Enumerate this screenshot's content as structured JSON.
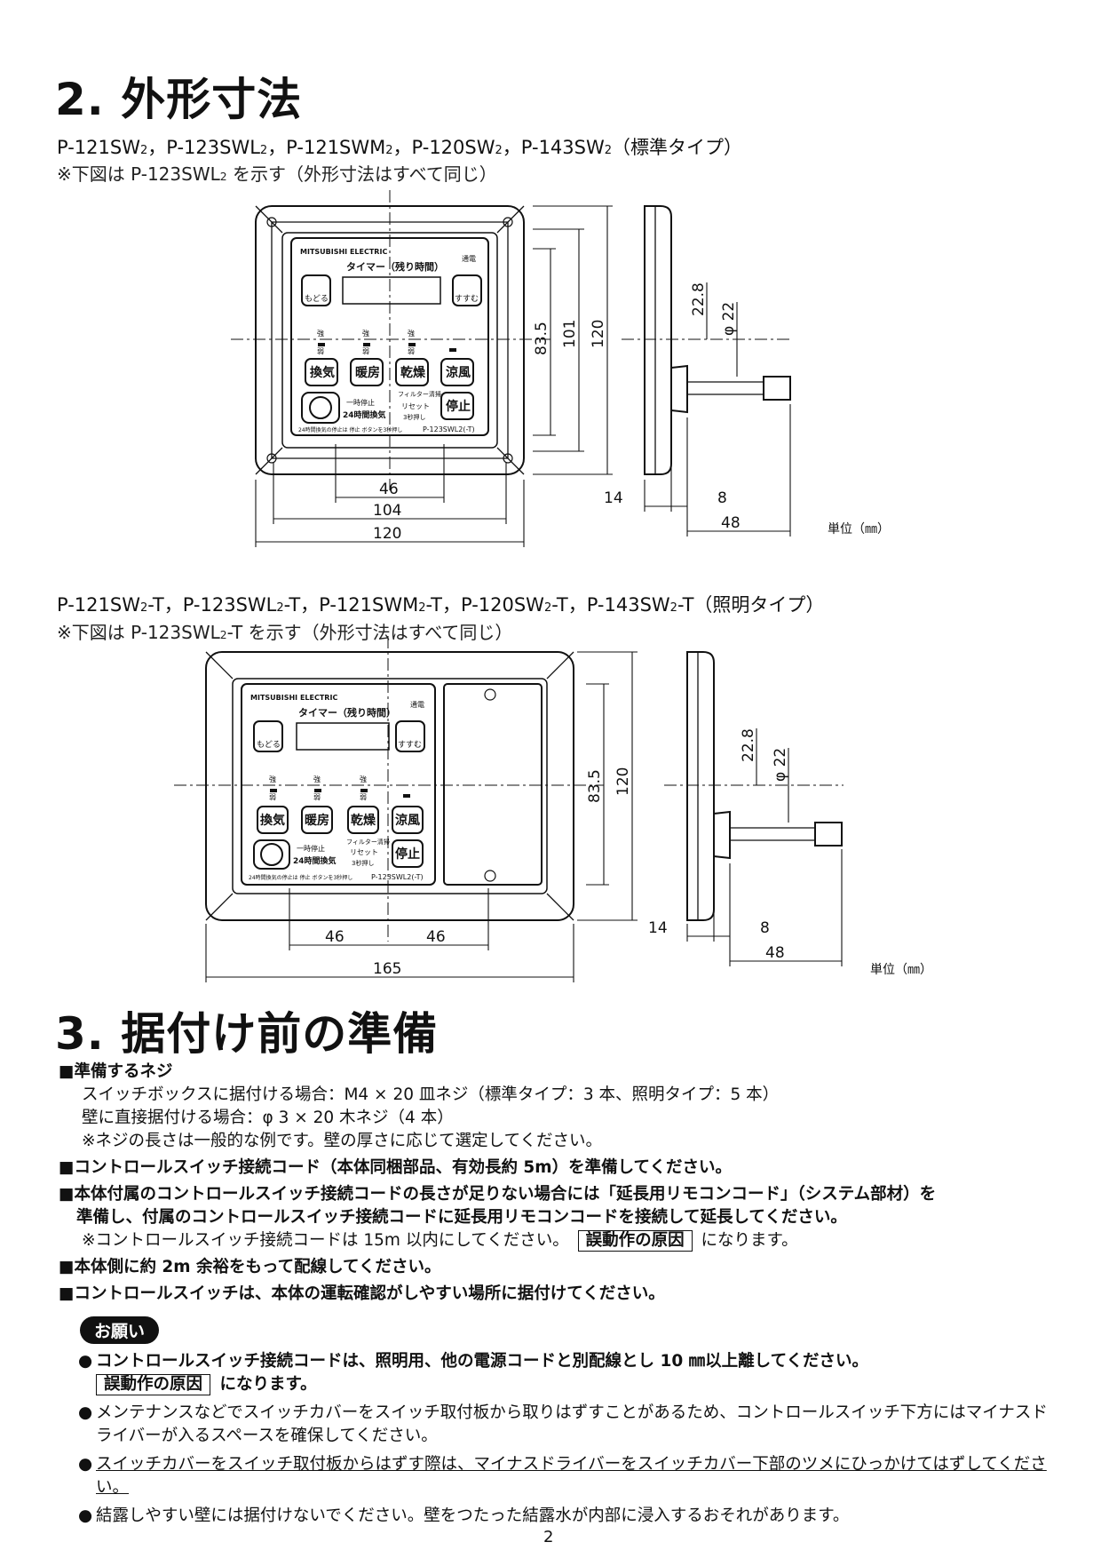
{
  "section2": {
    "title": "2. 外形寸法",
    "fig1": {
      "models_html": "P-121SW<span class=\"sub\">2</span>，P-123SWL<span class=\"sub\">2</span>，P-121SWM<span class=\"sub\">2</span>，P-120SW<span class=\"sub\">2</span>，P-143SW<span class=\"sub\">2</span>（標準タイプ）",
      "note_html": "※下図は P-123SWL<span class=\"sub\">2</span> を示す（外形寸法はすべて同じ）",
      "brand": "MITSUBISHI ELECTRIC",
      "timer_label": "タイマー（残り時間）",
      "power_label": "通電",
      "back_label": "もどる",
      "forward_label": "すすむ",
      "strong": "強",
      "weak": "弱",
      "buttons": [
        "換気",
        "暖房",
        "乾燥",
        "涼風"
      ],
      "ichiji_label": "一時停止",
      "h24_label": "24時間換気",
      "filter_label": "フィルター清掃",
      "reset_label": "リセット",
      "reset_sub": "3秒押し",
      "stop_label": "停止",
      "footer_label": "24時間換気の停止は 停止 ボタンを3秒押し",
      "model_label": "P-123SWL2(-T)",
      "dims": {
        "w46": "46",
        "w104": "104",
        "w120": "120",
        "h835": "83.5",
        "h101": "101",
        "h120": "120",
        "s228": "22.8",
        "sphi": "φ 22",
        "s14": "14",
        "s8": "8",
        "s48": "48"
      },
      "unit": "単位（㎜）"
    },
    "fig2": {
      "models_html": "P-121SW<span class=\"sub\">2</span>-T，P-123SWL<span class=\"sub\">2</span>-T，P-121SWM<span class=\"sub\">2</span>-T，P-120SW<span class=\"sub\">2</span>-T，P-143SW<span class=\"sub\">2</span>-T（照明タイプ）",
      "note_html": "※下図は P-123SWL<span class=\"sub\">2</span>-T を示す（外形寸法はすべて同じ）",
      "dims": {
        "w46a": "46",
        "w46b": "46",
        "w165": "165",
        "h835": "83.5",
        "h120": "120",
        "s228": "22.8",
        "sphi": "φ 22",
        "s14": "14",
        "s8": "8",
        "s48": "48"
      },
      "unit": "単位（㎜）"
    }
  },
  "section3": {
    "title": "3. 据付け前の準備",
    "screws_head": "■準備するネジ",
    "screws_1": "スイッチボックスに据付ける場合：M4 × 20 皿ネジ（標準タイプ：3 本、照明タイプ：5 本）",
    "screws_2": "壁に直接据付ける場合：φ 3 × 20 木ネジ（4 本）",
    "screws_3": "※ネジの長さは一般的な例です。壁の厚さに応じて選定してください。",
    "cord": "■コントロールスイッチ接続コード（本体同梱部品、有効長約 5m）を準備してください。",
    "ext_1": "■本体付属のコントロールスイッチ接続コードの長さが足りない場合には「延長用リモコンコード」（システム部材）を",
    "ext_2": "準備し、付属のコントロールスイッチ接続コードに延長用リモコンコードを接続して延長してください。",
    "ext_note_a": "※コントロールスイッチ接続コードは 15m 以内にしてください。",
    "ext_note_box": "誤動作の原因",
    "ext_note_b": "になります。",
    "margin": "■本体側に約 2m 余裕をもって配線してください。",
    "place": "■コントロールスイッチは、本体の運転確認がしやすい場所に据付けてください。",
    "request_label": "お願い",
    "req1": "コントロールスイッチ接続コードは、照明用、他の電源コードと別配線とし 10 ㎜以上離してください。",
    "req1_box": "誤動作の原因",
    "req1_tail": "になります。",
    "req2": "メンテナンスなどでスイッチカバーをスイッチ取付板から取りはずすことがあるため、コントロールスイッチ下方にはマイナスドライバーが入るスペースを確保してください。",
    "req3": "スイッチカバーをスイッチ取付板からはずす際は、マイナスドライバーをスイッチカバー下部のツメにひっかけてはずしてください。",
    "req4": "結露しやすい壁には据付けないでください。壁をつたった結露水が内部に浸入するおそれがあります。",
    "bullet": "●"
  },
  "page_number": "2"
}
